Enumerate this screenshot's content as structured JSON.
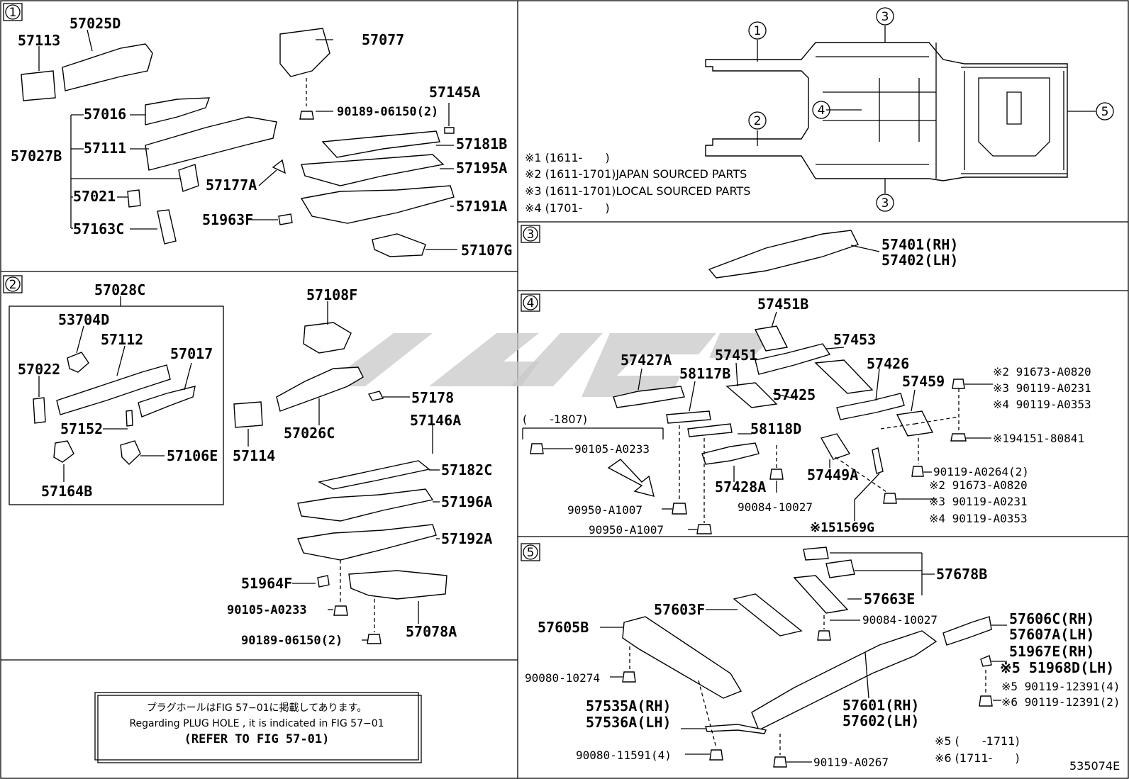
{
  "sections": {
    "s1": "1",
    "s2": "2",
    "s3": "3",
    "s4": "4",
    "s5": "5"
  },
  "overview": {
    "call_1a": "1",
    "call_2": "2",
    "call_3a": "3",
    "call_3b": "3",
    "call_4": "4",
    "call_5": "5",
    "notes": [
      "※1 (1611-　　)",
      "※2 (1611-1701)JAPAN SOURCED PARTS",
      "※3 (1611-1701)LOCAL SOURCED PARTS",
      "※4 (1701-　　)"
    ]
  },
  "sec1": {
    "p57113": "57113",
    "p57025D": "57025D",
    "p57077": "57077",
    "p57016": "57016",
    "p57027B": "57027B",
    "p57111": "57111",
    "p57021": "57021",
    "p57163C": "57163C",
    "p90189": "90189-06150(2)",
    "p57145A": "57145A",
    "p57181B": "57181B",
    "p57195A": "57195A",
    "p57177A": "57177A",
    "p57191A": "57191A",
    "p51963F": "51963F",
    "p57107G": "57107G"
  },
  "sec2": {
    "p57028C": "57028C",
    "p53704D": "53704D",
    "p57112": "57112",
    "p57017": "57017",
    "p57022": "57022",
    "p57152": "57152",
    "p57106E": "57106E",
    "p57164B": "57164B",
    "p57108F": "57108F",
    "p57178": "57178",
    "p57026C": "57026C",
    "p57114": "57114",
    "p57146A": "57146A",
    "p57182C": "57182C",
    "p57196A": "57196A",
    "p57192A": "57192A",
    "p51964F": "51964F",
    "p90105": "90105-A0233",
    "p90189": "90189-06150(2)",
    "p57078A": "57078A"
  },
  "sec3": {
    "rh": "57401(RH)",
    "lh": "57402(LH)"
  },
  "sec4": {
    "p57451B": "57451B",
    "p57453": "57453",
    "p57427A": "57427A",
    "p58117B": "58117B",
    "p57451": "57451",
    "p57425": "57425",
    "p57426": "57426",
    "p57459": "57459",
    "r1": "※2 91673-A0820",
    "r2": "※3 90119-A0231",
    "r3": "※4 90119-A0353",
    "r4": "※194151-80841",
    "range": "(　　-1807)",
    "p90105": "90105-A0233",
    "p58118D": "58118D",
    "p57428A": "57428A",
    "p57449A": "57449A",
    "p90119_0264": "90119-A0264(2)",
    "r5": "※2 91673-A0820",
    "r6": "※3 90119-A0231",
    "r7": "※4 90119-A0353",
    "p90950a": "90950-A1007",
    "p90950b": "90950-A1007",
    "p90084": "90084-10027",
    "p51569G": "※151569G"
  },
  "sec5": {
    "p57678B": "57678B",
    "p57663E": "57663E",
    "p57603F": "57603F",
    "p57605B": "57605B",
    "p90084": "90084-10027",
    "p57606C": "57606C(RH)",
    "p57607A": "57607A(LH)",
    "p51967E": "51967E(RH)",
    "p51968D": "※5 51968D(LH)",
    "p90080_274": "90080-10274",
    "p57535A": "57535A(RH)",
    "p57536A": "57536A(LH)",
    "p57601": "57601(RH)",
    "p57602": "57602(LH)",
    "p90119_5": "※5 90119-12391(4)",
    "p90119_6": "※6 90119-12391(2)",
    "p90080_591": "90080-11591(4)",
    "p90119_267": "90119-A0267",
    "n5": "※5 (　　-1711)",
    "n6": "※6 (1711-　　)"
  },
  "plug": {
    "jp": "プラグホールはFIG 57−01に掲載してあります。",
    "en": "Regarding  PLUG  HOLE , it is indicated in FIG  57−01",
    "ref": "(REFER TO FIG 57-01)"
  },
  "figure_id": "535074E",
  "watermark": "ﺗ ﺭﻭ ﻩ"
}
